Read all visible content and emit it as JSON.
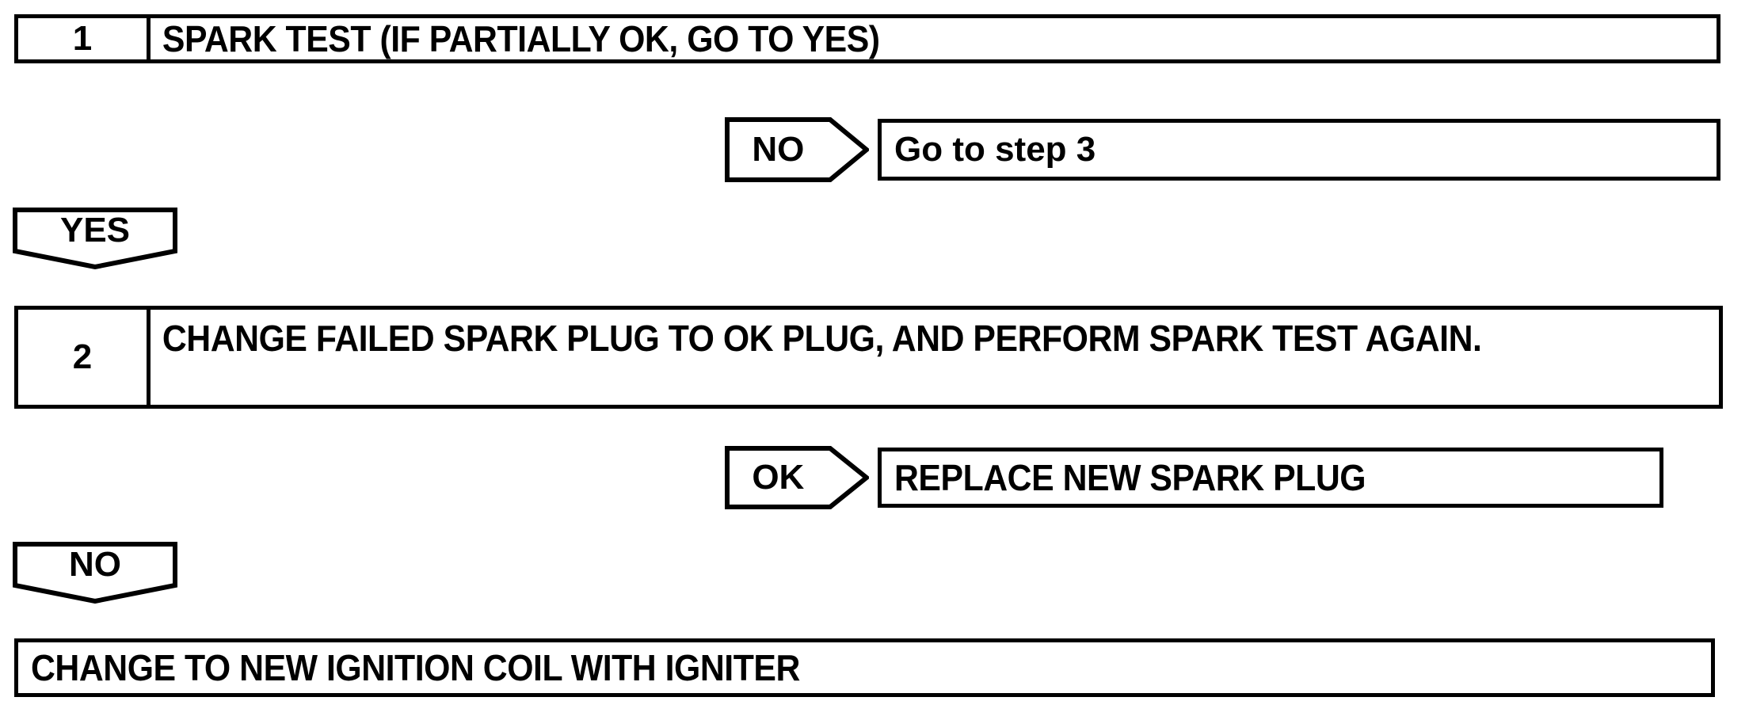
{
  "diagram": {
    "kind": "troubleshooting-flowchart",
    "ink_color": "#000000",
    "background_color": "#ffffff"
  },
  "steps": [
    {
      "number": "1",
      "text": "SPARK TEST (IF PARTIALLY OK, GO TO YES)"
    },
    {
      "number": "2",
      "text": "CHANGE FAILED SPARK PLUG TO OK PLUG, AND PERFORM SPARK TEST AGAIN."
    }
  ],
  "branches": [
    {
      "condition": "NO",
      "result": "Go to step 3"
    },
    {
      "condition": "OK",
      "result": "REPLACE NEW SPARK PLUG"
    }
  ],
  "connectors": [
    {
      "label": "YES"
    },
    {
      "label": "NO"
    }
  ],
  "terminal": {
    "text": "CHANGE TO NEW IGNITION COIL WITH IGNITER"
  }
}
